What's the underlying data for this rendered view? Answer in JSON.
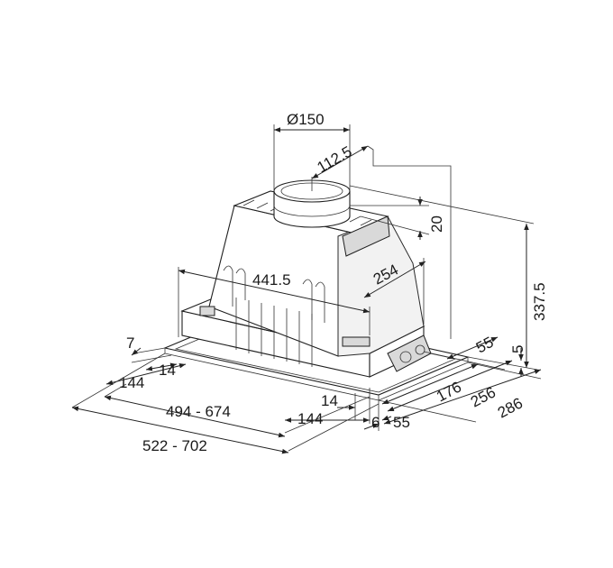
{
  "drawing": {
    "dimensions": {
      "duct_diameter": "Ø150",
      "duct_offset": "112.5",
      "duct_collar": "20",
      "inner_width": "441.5",
      "inner_depth": "254",
      "total_height": "337.5",
      "frame_thickness": "5",
      "rear_gap": "55",
      "depth_176": "176",
      "depth_256": "256",
      "depth_286": "286",
      "front_55": "55",
      "front_6": "6",
      "front_14": "14",
      "front_144": "144",
      "left_7": "7",
      "left_14": "14",
      "left_144": "144",
      "width_range_inner": "494 - 674",
      "width_range_outer": "522 - 702"
    }
  }
}
